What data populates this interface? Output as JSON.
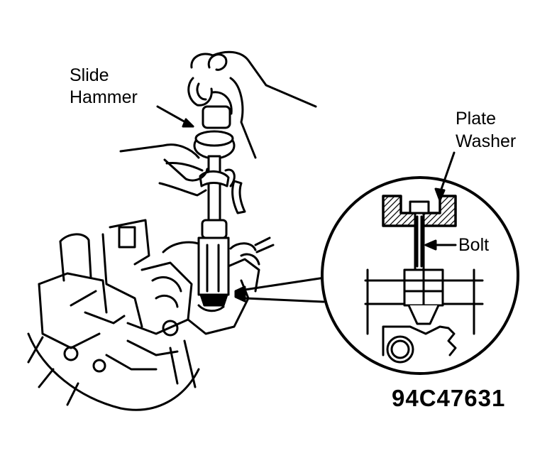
{
  "labels": {
    "slide_hammer_line1": "Slide",
    "slide_hammer_line2": "Hammer",
    "plate_washer_line1": "Plate",
    "plate_washer_line2": "Washer",
    "bolt": "Bolt"
  },
  "figure_code": "94C47631",
  "colors": {
    "ink": "#000000",
    "paper": "#ffffff"
  }
}
